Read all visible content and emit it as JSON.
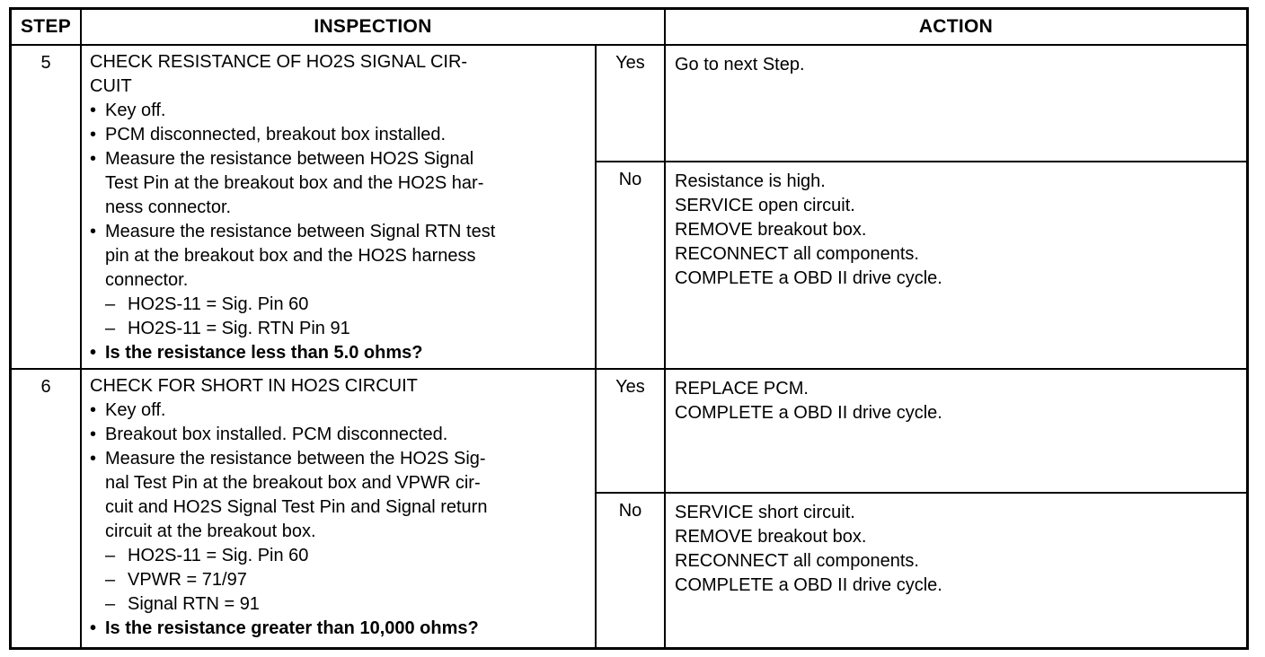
{
  "header": {
    "step": "STEP",
    "inspection": "INSPECTION",
    "action": "ACTION"
  },
  "rows": [
    {
      "step": "5",
      "title": "CHECK RESISTANCE OF HO2S SIGNAL CIR-\nCUIT",
      "items": [
        {
          "marker": "•",
          "text": "Key off."
        },
        {
          "marker": "•",
          "text": "PCM disconnected, breakout box installed."
        },
        {
          "marker": "•",
          "text": "Measure the resistance between HO2S Signal\nTest Pin at the breakout box and the HO2S har-\nness connector."
        },
        {
          "marker": "•",
          "text": "Measure the resistance between Signal RTN test\npin at the breakout box and the HO2S harness\nconnector."
        },
        {
          "marker": "–",
          "text": "HO2S-11 = Sig. Pin 60"
        },
        {
          "marker": "–",
          "text": "HO2S-11 = Sig. RTN Pin 91"
        },
        {
          "marker": "•",
          "text": "Is the resistance less than 5.0 ohms?"
        }
      ],
      "yes_label": "Yes",
      "yes_action": "Go to next Step.",
      "no_label": "No",
      "no_action": "Resistance is high.\nSERVICE open circuit.\nREMOVE breakout box.\nRECONNECT all components.\nCOMPLETE a OBD II drive cycle."
    },
    {
      "step": "6",
      "title": "CHECK FOR SHORT IN HO2S CIRCUIT",
      "items": [
        {
          "marker": "•",
          "text": "Key off."
        },
        {
          "marker": "•",
          "text": "Breakout box installed. PCM disconnected."
        },
        {
          "marker": "•",
          "text": "Measure the resistance between the HO2S Sig-\nnal Test Pin at the breakout box and VPWR cir-\ncuit and HO2S Signal Test Pin and Signal return\ncircuit at the breakout box."
        },
        {
          "marker": "–",
          "text": "HO2S-11 = Sig. Pin 60"
        },
        {
          "marker": "–",
          "text": "VPWR = 71/97"
        },
        {
          "marker": "–",
          "text": "Signal RTN = 91"
        },
        {
          "marker": "•",
          "text": "Is the resistance greater than 10,000 ohms?"
        }
      ],
      "yes_label": "Yes",
      "yes_action": "REPLACE PCM.\nCOMPLETE a OBD II drive cycle.",
      "no_label": "No",
      "no_action": "SERVICE short circuit.\nREMOVE breakout box.\nRECONNECT all components.\nCOMPLETE a OBD II drive cycle."
    }
  ]
}
